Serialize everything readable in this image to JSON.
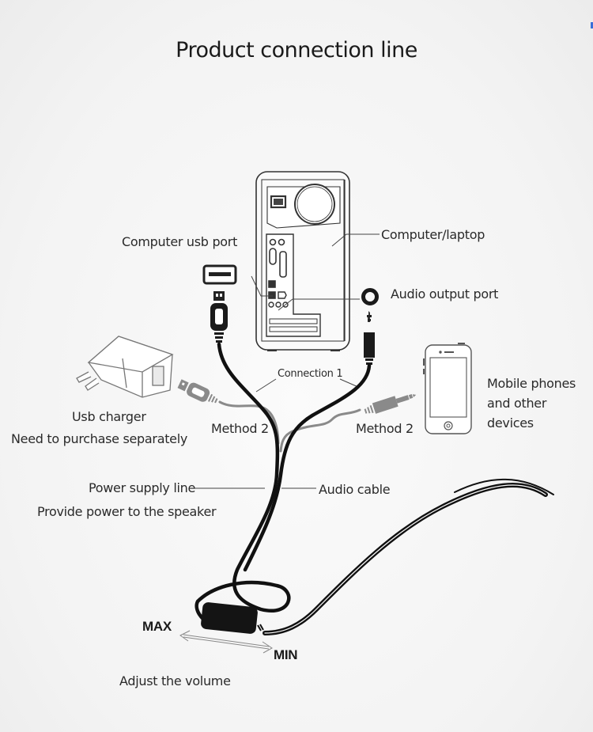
{
  "title": "Product connection line",
  "labels": {
    "computer_usb_port": "Computer usb port",
    "computer_laptop": "Computer/laptop",
    "audio_output_port": "Audio output port",
    "connection_1": "Connection 1",
    "usb_charger": "Usb charger",
    "usb_charger_note": "Need to purchase separately",
    "method_2_left": "Method 2",
    "method_2_right": "Method 2",
    "mobile_line1": "Mobile phones",
    "mobile_line2": "and other",
    "mobile_line3": "devices",
    "power_supply_line": "Power supply line",
    "power_supply_note": "Provide power to the speaker",
    "audio_cable": "Audio cable",
    "max": "MAX",
    "min": "MIN",
    "adjust_volume": "Adjust the volume"
  },
  "icons": {
    "computer": "computer-tower-icon",
    "usb_port": "usb-port-icon",
    "usb_plug": "usb-plug-icon",
    "audio_jack": "audio-jack-icon",
    "audio_port": "audio-port-ring-icon",
    "charger": "usb-charger-icon",
    "phone": "mobile-phone-icon",
    "volume_control": "inline-volume-control-icon"
  },
  "colors": {
    "cable": "#111111",
    "gray_cable": "#8a8a8a",
    "outline": "#333333",
    "label": "#2a2a2a"
  }
}
